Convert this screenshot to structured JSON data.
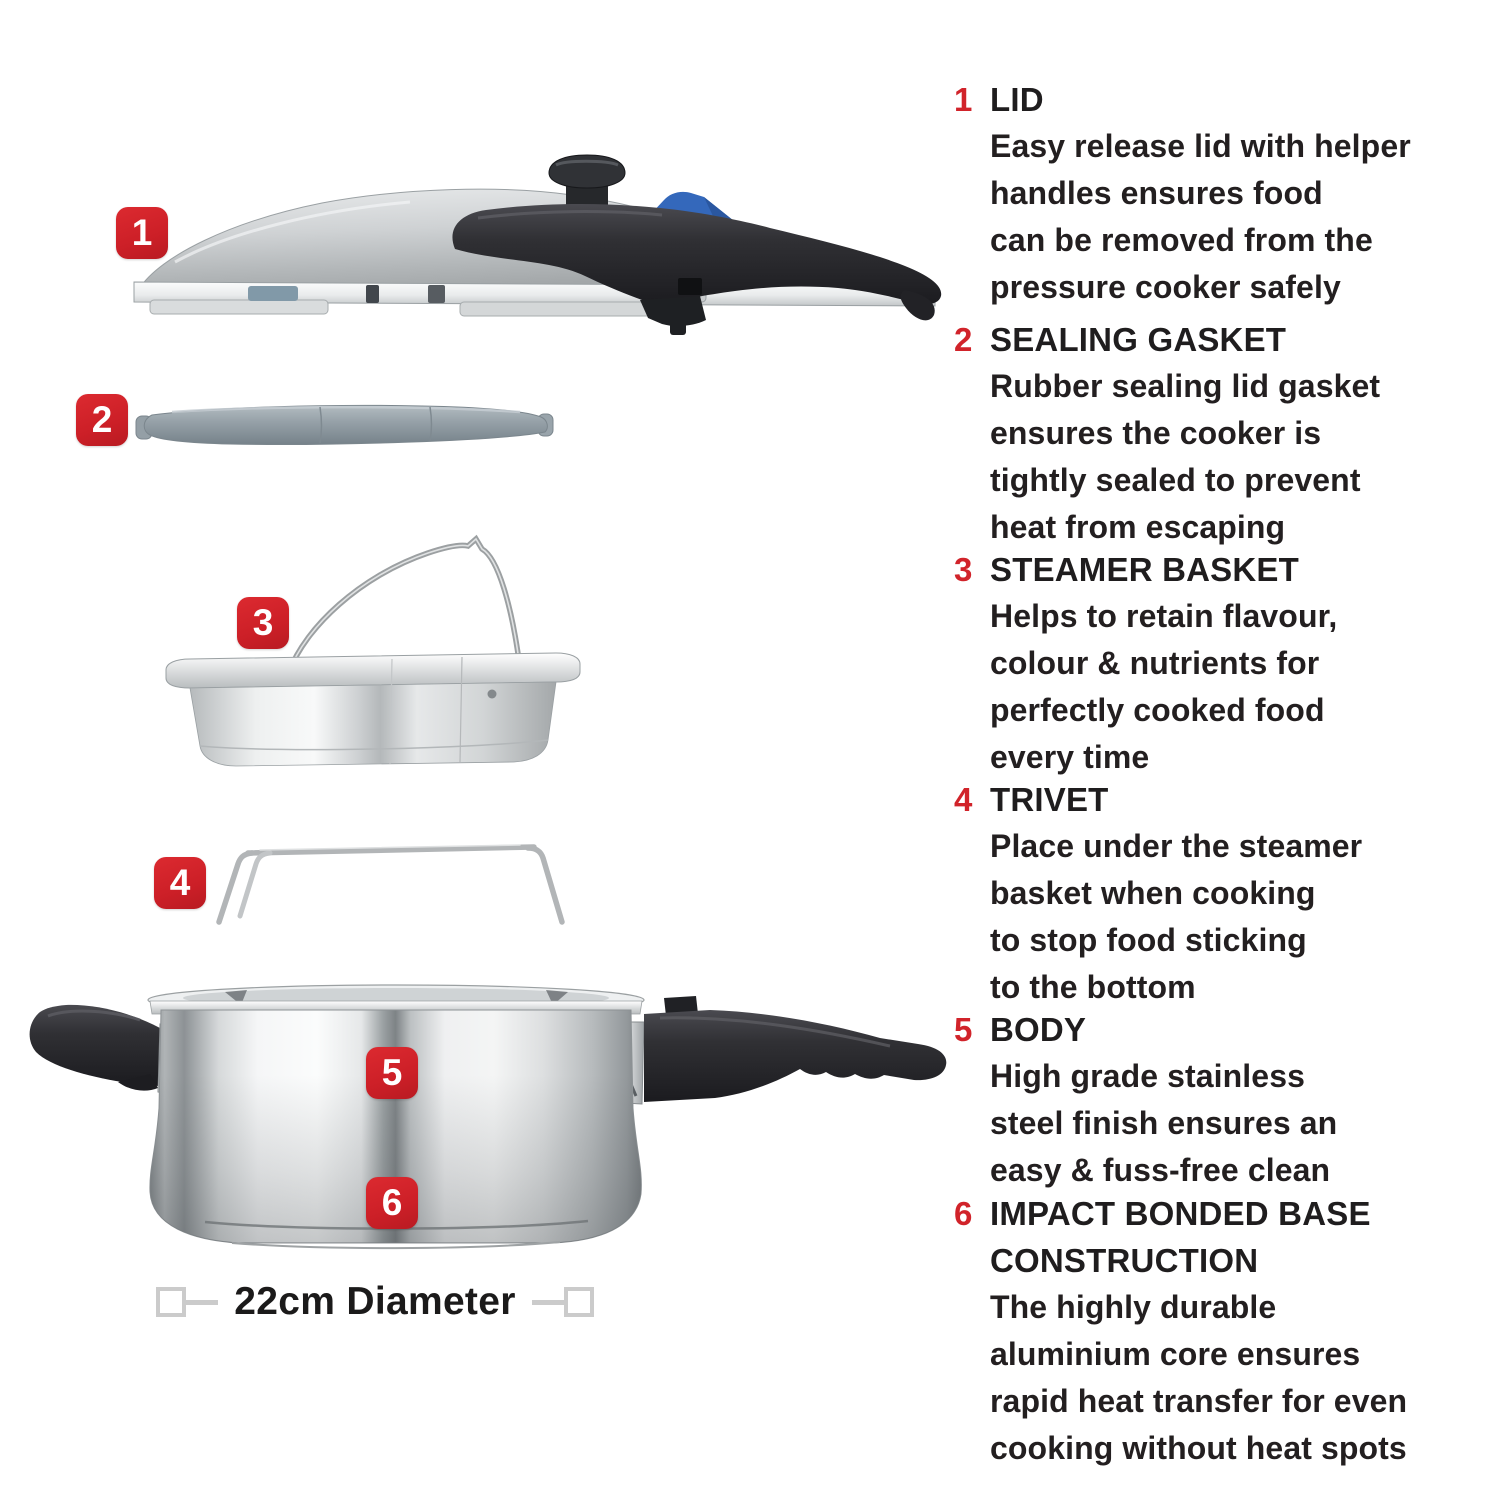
{
  "colors": {
    "badge_red": "#d1232a",
    "text_dark": "#231f20",
    "accent_blue": "#3468bb",
    "measure_gray": "#cbcbcb"
  },
  "sections": [
    {
      "number": "1",
      "title": "LID",
      "body": "Easy release lid with helper\nhandles ensures food\ncan be removed from the\npressure cooker safely"
    },
    {
      "number": "2",
      "title": "SEALING GASKET",
      "body": "Rubber sealing lid gasket\nensures the cooker is\ntightly sealed to prevent\nheat from escaping"
    },
    {
      "number": "3",
      "title": "STEAMER BASKET",
      "body": "Helps to retain flavour,\ncolour & nutrients for\nperfectly cooked food\nevery time"
    },
    {
      "number": "4",
      "title": "TRIVET",
      "body": "Place under the steamer\nbasket when cooking\nto stop food sticking\nto the bottom"
    },
    {
      "number": "5",
      "title": "BODY",
      "body": "High grade stainless\nsteel finish ensures an\neasy & fuss-free clean"
    },
    {
      "number": "6",
      "title": "IMPACT BONDED BASE\nCONSTRUCTION",
      "body": "The highly durable\naluminium core ensures\nrapid heat transfer for even\ncooking without heat spots"
    }
  ],
  "dimension": {
    "label": "22cm Diameter"
  }
}
